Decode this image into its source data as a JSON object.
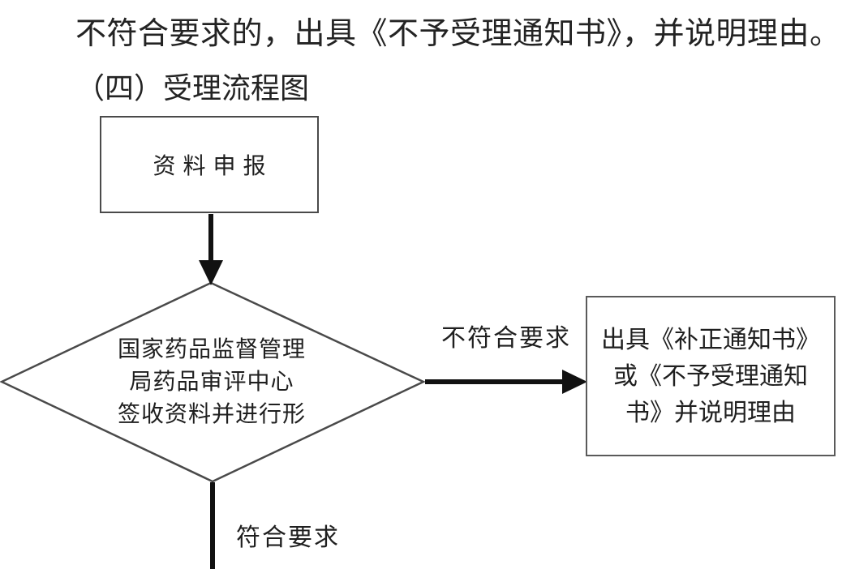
{
  "page": {
    "background": "#ffffff",
    "text_color": "#232323",
    "shape_line_color": "#4a4a4a",
    "arrow_color": "#111111"
  },
  "document": {
    "paragraph": "不符合要求的，出具《不予受理通知书》，并说明理由。",
    "section_heading": "（四）受理流程图"
  },
  "flowchart": {
    "start_box": {
      "label": "资料申报"
    },
    "decision_diamond": {
      "lines": [
        "国家药品监督管理",
        "局药品审评中心",
        "签收资料并进行形"
      ]
    },
    "reject_branch": {
      "arrow_label": "不符合要求",
      "box_lines": [
        "出具《补正通知书》",
        "或《不予受理通知",
        "书》并说明理由"
      ]
    },
    "accept_branch": {
      "arrow_label": "符合要求"
    }
  }
}
